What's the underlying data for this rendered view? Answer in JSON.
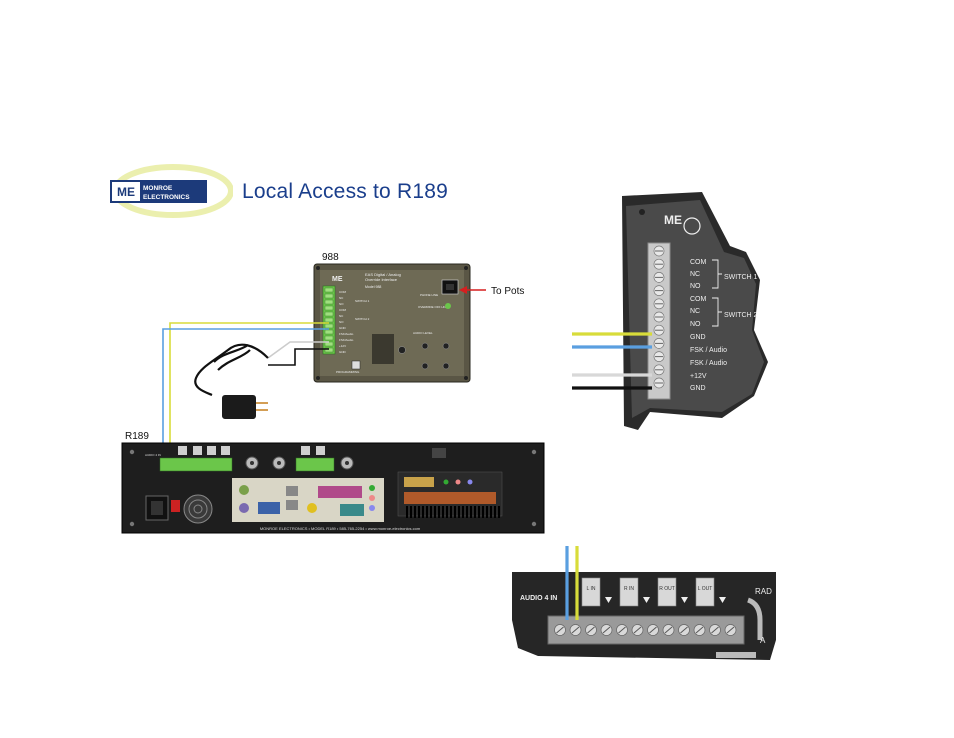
{
  "header": {
    "logo_top": "MONROE",
    "logo_bottom": "ELECTRONICS",
    "logo_mark": "ME",
    "title": "Local Access to R189"
  },
  "device_988": {
    "label": "988",
    "panel_line1": "EAS Digital / Analog",
    "panel_line2": "Override Interface",
    "panel_model": "Model 988",
    "terminal_labels": [
      "COM",
      "NC",
      "NO",
      "COM",
      "NC",
      "NO",
      "GND",
      "FSK/Audio",
      "FSK/Audio",
      "+12V",
      "GND"
    ],
    "switch1": "SWITCH 1",
    "switch2": "SWITCH 2",
    "phone_label": "PHONE LINE",
    "override_label": "OVERRIDE OFF HOOK",
    "audio_label": "AUDIO LEVEL",
    "programming_label": "PROGRAMMING",
    "to_pots": "To Pots"
  },
  "device_r189": {
    "label": "R189",
    "footer_text": "MONROE ELECTRONICS • MODEL R189 • 585-765-2254 • www.monroe-electronics.com",
    "audio_in": "AUDIO 4 IN"
  },
  "zoom_988": {
    "terminal_labels": [
      "COM",
      "NC",
      "NO",
      "COM",
      "NC",
      "NO",
      "GND",
      "FSK / Audio",
      "FSK / Audio",
      "+12V",
      "GND"
    ],
    "switch1": "SWITCH 1",
    "switch2": "SWITCH 2"
  },
  "zoom_r189": {
    "audio_in": "AUDIO 4 IN",
    "block_labels": [
      "L IN",
      "R IN",
      "R OUT",
      "L OUT"
    ],
    "right_labels": [
      "RAD",
      "A"
    ]
  },
  "colors": {
    "title": "#1a3e8c",
    "wire_yellow": "#d8dc3a",
    "wire_blue": "#5a9fe0",
    "wire_white": "#d8d8d8",
    "wire_black": "#111111",
    "terminal_green": "#6bc64a",
    "arrow_red": "#d61f1f"
  }
}
